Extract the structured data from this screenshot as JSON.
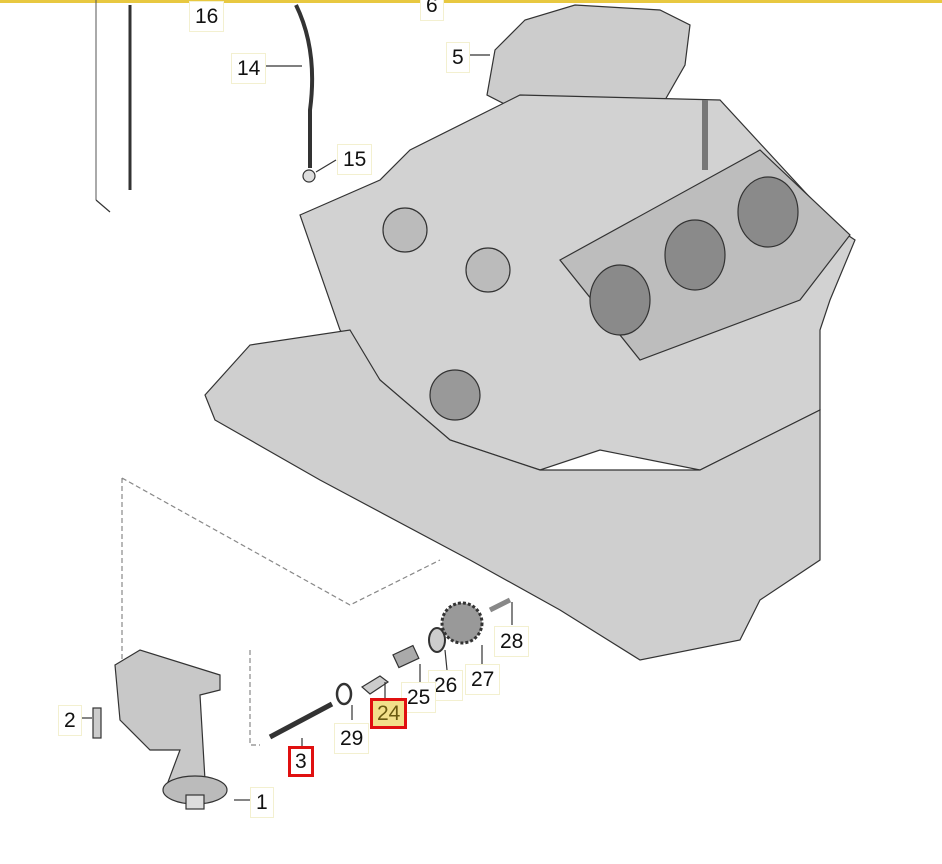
{
  "diagram": {
    "callouts": [
      {
        "id": "6",
        "label": "6"
      },
      {
        "id": "16",
        "label": "16"
      },
      {
        "id": "14",
        "label": "14"
      },
      {
        "id": "15",
        "label": "15"
      },
      {
        "id": "5",
        "label": "5"
      },
      {
        "id": "28",
        "label": "28"
      },
      {
        "id": "27",
        "label": "27"
      },
      {
        "id": "26",
        "label": "26"
      },
      {
        "id": "25",
        "label": "25"
      },
      {
        "id": "24",
        "label": "24"
      },
      {
        "id": "29",
        "label": "29"
      },
      {
        "id": "3",
        "label": "3"
      },
      {
        "id": "2",
        "label": "2"
      },
      {
        "id": "1",
        "label": "1"
      }
    ],
    "selected_callouts": [
      "3",
      "24"
    ],
    "highlighted_callout": "24",
    "colors": {
      "highlight_border": "#e01010",
      "highlight_fill": "#f2df8a",
      "top_border": "#e8c840"
    }
  }
}
